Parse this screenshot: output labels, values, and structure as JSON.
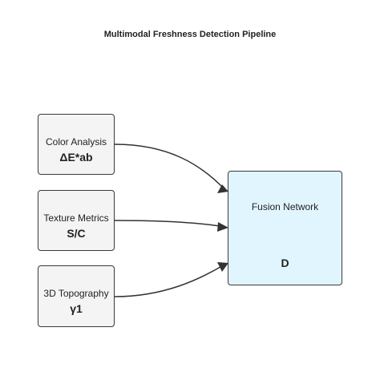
{
  "diagram": {
    "title": "Multimodal Freshness Detection Pipeline",
    "nodes": {
      "color": {
        "label": "Color Analysis",
        "symbol": "ΔE*ab"
      },
      "texture": {
        "label": "Texture Metrics",
        "symbol": "S/C"
      },
      "topography": {
        "label": "3D Topography",
        "symbol": "γ1"
      },
      "fusion": {
        "label": "Fusion Network",
        "symbol": "D"
      }
    },
    "edges": [
      {
        "from": "color",
        "to": "fusion"
      },
      {
        "from": "texture",
        "to": "fusion"
      },
      {
        "from": "topography",
        "to": "fusion"
      }
    ]
  }
}
